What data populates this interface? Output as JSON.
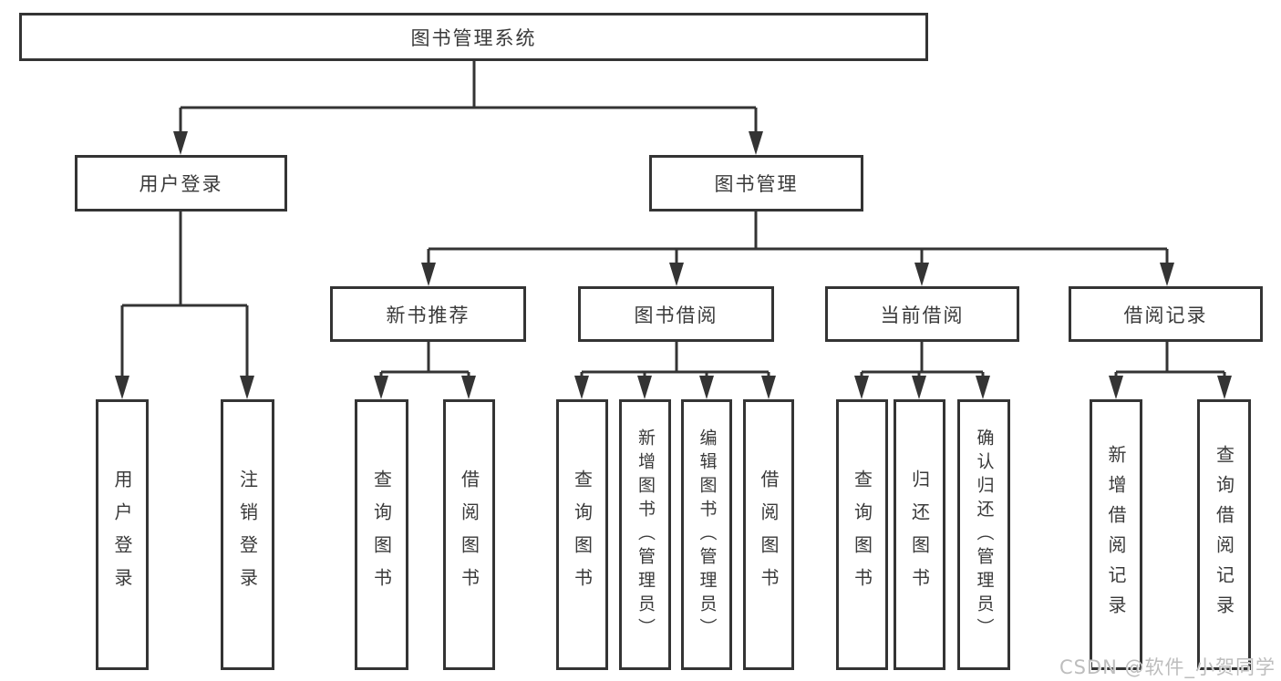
{
  "diagram": {
    "title": "图书管理系统",
    "root": {
      "label": "图书管理系统"
    },
    "level2": [
      {
        "label": "用户登录"
      },
      {
        "label": "图书管理"
      }
    ],
    "level3": [
      {
        "label": "新书推荐"
      },
      {
        "label": "图书借阅"
      },
      {
        "label": "当前借阅"
      },
      {
        "label": "借阅记录"
      }
    ],
    "leaves": [
      {
        "label": "用户登录"
      },
      {
        "label": "注销登录"
      },
      {
        "label": "查询图书"
      },
      {
        "label": "借阅图书"
      },
      {
        "label": "查询图书"
      },
      {
        "label": "新增图书（管理员）"
      },
      {
        "label": "编辑图书（管理员）"
      },
      {
        "label": "借阅图书"
      },
      {
        "label": "查询图书"
      },
      {
        "label": "归还图书"
      },
      {
        "label": "确认归还（管理员）"
      },
      {
        "label": "新增借阅记录"
      },
      {
        "label": "查询借阅记录"
      }
    ],
    "watermark": "CSDN @软件_小贺同学",
    "colors": {
      "line": "#343434",
      "text": "#3a3a3a",
      "watermark": "#bdbdbd",
      "background": "#ffffff"
    }
  }
}
